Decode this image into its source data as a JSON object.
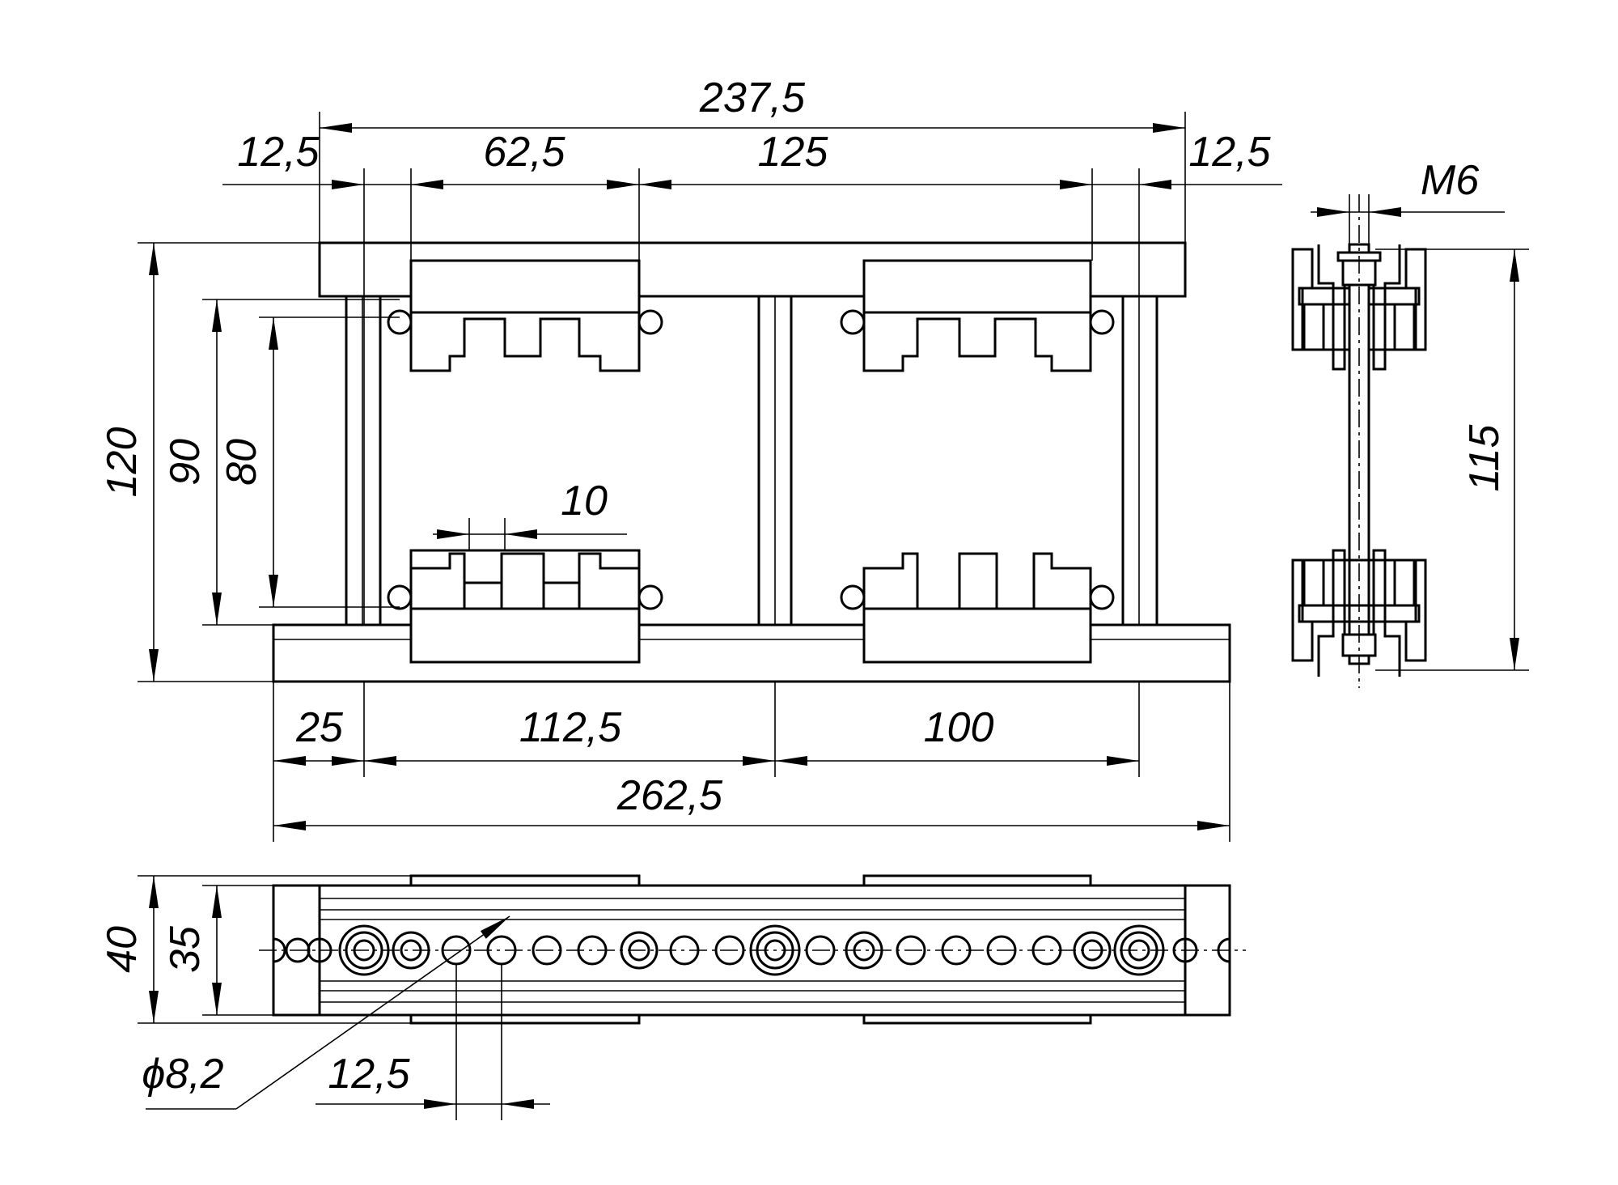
{
  "drawing": {
    "front_view": {
      "dim_overall_top": "237,5",
      "dim_left_margin": "12,5",
      "dim_left_clamp_width": "62,5",
      "dim_clamp_spacing": "125",
      "dim_right_margin": "12,5",
      "dim_height_overall": "120",
      "dim_height_90": "90",
      "dim_height_80": "80",
      "dim_tooth_pitch": "10",
      "dim_base_left": "25",
      "dim_base_mid": "112,5",
      "dim_base_right": "100",
      "dim_base_overall": "262,5"
    },
    "side_view": {
      "dim_thread": "M6",
      "dim_height": "115"
    },
    "top_view": {
      "dim_width_40": "40",
      "dim_width_35": "35",
      "dim_hole_diameter": "ϕ8,2",
      "dim_hole_pitch": "12,5"
    }
  },
  "colors": {
    "line": "#000000",
    "background": "#ffffff"
  }
}
